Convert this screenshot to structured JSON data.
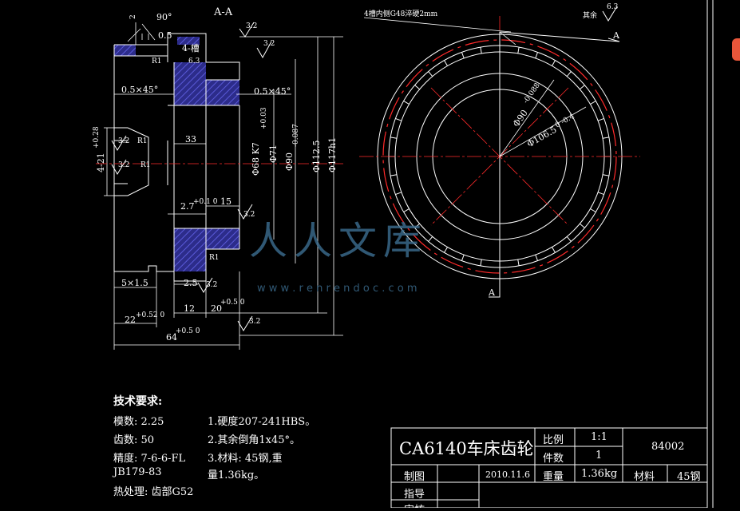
{
  "section": {
    "title": "A-A"
  },
  "notes": {
    "groove": "4槽内侧G48淬硬2mm",
    "rest": "其余",
    "roughness_top": "6.3"
  },
  "dims": {
    "angle90": "90°",
    "d2": "2",
    "d05": "0.5",
    "grooves4": "4-槽",
    "r1a": "R1",
    "r1b": "R1",
    "r1c": "R1",
    "r1d": "R1",
    "chamfer_left": "0.5×45°",
    "chamfer_right": "0.5×45°",
    "d33": "33",
    "d15": "15",
    "d27": "2.7",
    "d27_tol": "+0.1 0",
    "d4_21": "4-21",
    "d4_21_tol": "+0.28",
    "bore_h7": "Φ68 K7",
    "bore_tol": "+0.03",
    "d71": "Φ71",
    "d90": "Φ90",
    "d90_tol": "-0.087",
    "d112": "Φ112.5",
    "d117": "Φ117h1",
    "d5x15": "5×1.5",
    "d25": "2.5",
    "d12": "12",
    "d20": "20",
    "d20_tol": "+0.5 0",
    "d22": "22",
    "d22_tol": "+0.52 0",
    "d64": "64",
    "d64_tol": "+0.5 0",
    "r32a": "3.2",
    "r32b": "3.2",
    "r32c": "3.2",
    "r32d": "3.2",
    "r32e": "3.2",
    "r32f": "3.2",
    "r32g": "3.2",
    "r63": "6.3",
    "c_dia1": "Φ90",
    "c_dia1_tol": "-0.088",
    "c_dia2": "Φ106.5",
    "c_dia2_tol": "0 -0.4",
    "sec_a_top": "A",
    "sec_a_bottom": "A"
  },
  "tech": {
    "heading": "技术要求:",
    "left": [
      "模数: 2.25",
      "齿数: 50",
      "精度: 7-6-6-FL",
      "JB179-83",
      "热处理: 齿部G52"
    ],
    "right": [
      "1.硬度207-241HBS。",
      "2.其余倒角1x45°。",
      "3.材料: 45钢,重",
      "量1.36kg。"
    ]
  },
  "titleblock": {
    "name": "CA6140车床齿轮",
    "scale_label": "比例",
    "scale_value": "1:1",
    "count_label": "件数",
    "count_value": "1",
    "drawing_no": "84002",
    "drawn_label": "制图",
    "date": "2010.11.6",
    "weight_label": "重量",
    "weight_value": "1.36kg",
    "material_label": "材料",
    "material_value": "45钢",
    "guide_label": "指导",
    "review_label": "审核"
  },
  "watermark": {
    "text": "人人文库",
    "url": "w w w . r e n r e n d o c . c o m"
  },
  "colors": {
    "line": "#ffffff",
    "center": "#ff2a2a",
    "hatch": "#3a3aa8",
    "dim": "#ffffff",
    "background": "#000000"
  }
}
